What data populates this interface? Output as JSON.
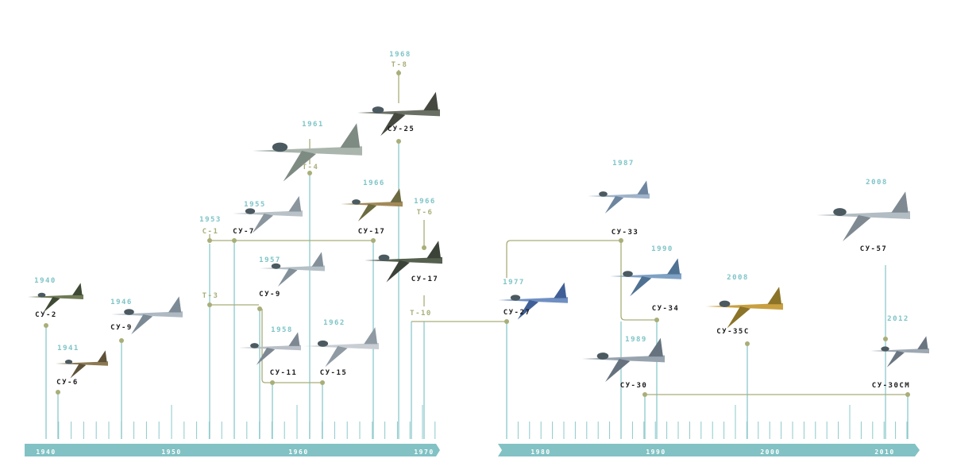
{
  "colors": {
    "teal": "#8cc9cb",
    "olive": "#a9ae78",
    "axis_band": "#82c2c4",
    "dark_text": "#1b1b1b",
    "year_text": "#7ec4c7"
  },
  "axis": {
    "labels": [
      "1940",
      "1950",
      "1960",
      "1970",
      "1980",
      "1990",
      "2000",
      "2010"
    ]
  },
  "aircraft": [
    {
      "year": "1940",
      "name": "СУ-2",
      "icon": "propeller-plane-icon"
    },
    {
      "year": "1941",
      "name": "СУ-6",
      "icon": "propeller-plane-icon"
    },
    {
      "year": "1946",
      "name": "СУ-9",
      "icon": "jet-icon"
    },
    {
      "year": "1953",
      "code": "С-1",
      "icon": "none"
    },
    {
      "year": "1955",
      "name": "СУ-7",
      "icon": "jet-icon"
    },
    {
      "year": "1957",
      "name": "СУ-9",
      "code": "Т-3",
      "icon": "jet-icon"
    },
    {
      "year": "1958",
      "name": "СУ-11",
      "icon": "jet-icon"
    },
    {
      "year": "1962",
      "name": "СУ-15",
      "icon": "jet-icon"
    },
    {
      "year": "1961",
      "code": "Т-4",
      "icon": "delta-jet-icon"
    },
    {
      "year": "1966",
      "name": "СУ-17",
      "icon": "swing-wing-jet-icon"
    },
    {
      "year": "1966",
      "name": "СУ-17",
      "code": "Т-6",
      "icon": "swing-wing-jet-icon"
    },
    {
      "year": "1968",
      "name": "СУ-25",
      "code": "Т-8",
      "icon": "attack-jet-icon"
    },
    {
      "code": "Т-10",
      "icon": "none"
    },
    {
      "year": "1977",
      "name": "СУ-27",
      "icon": "fighter-jet-icon"
    },
    {
      "year": "1987",
      "name": "СУ-33",
      "icon": "fighter-jet-icon"
    },
    {
      "year": "1990",
      "name": "СУ-34",
      "icon": "fighter-jet-icon"
    },
    {
      "year": "1989",
      "name": "СУ-30",
      "icon": "fighter-jet-icon"
    },
    {
      "year": "2008",
      "name": "СУ-35С",
      "icon": "fighter-jet-icon"
    },
    {
      "year": "2008",
      "name": "СУ-57",
      "icon": "stealth-jet-icon"
    },
    {
      "year": "2012",
      "name": "СУ-30СМ",
      "icon": "fighter-jet-icon"
    }
  ]
}
